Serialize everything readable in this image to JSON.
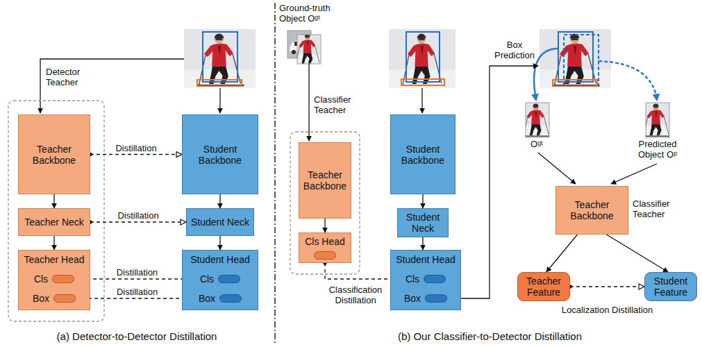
{
  "diagram": {
    "nodes": [
      {
        "text": [
          "Teacher Backbone"
        ]
      },
      {
        "text": [
          "Teacher Neck"
        ]
      },
      {
        "text": [
          "Teacher Head"
        ]
      },
      {
        "text": [
          "Cls"
        ],
        "in": 2
      },
      {
        "text": [
          "Box"
        ],
        "in": 2
      },
      {
        "text": [
          "Student Backbone"
        ]
      },
      {
        "text": [
          "Student Neck"
        ]
      },
      {
        "text": [
          "Student Head"
        ]
      },
      {
        "text": [
          "Cls"
        ],
        "in": 7
      },
      {
        "text": [
          "Box"
        ],
        "in": 7
      },
      {
        "text": [
          "Teacher Backbone"
        ]
      },
      {
        "text": [
          "Cls Head"
        ]
      },
      {
        "text": [
          "Student Backbone"
        ]
      },
      {
        "text": [
          "Student Neck"
        ]
      },
      {
        "text": [
          "Student Head"
        ]
      },
      {
        "text": [
          "Cls"
        ],
        "in": 14
      },
      {
        "text": [
          "Box"
        ],
        "in": 14
      },
      {
        "text": [
          "Teacher Backbone"
        ]
      },
      {
        "text": [
          "Teacher Feature"
        ]
      },
      {
        "text": [
          "Student Feature"
        ]
      }
    ],
    "edges": [
      {
        "from": 0,
        "to": 1,
        "arrow": "to"
      },
      {
        "from": 1,
        "to": 2,
        "arrow": "to"
      },
      {
        "from": 5,
        "to": 6,
        "arrow": "to"
      },
      {
        "from": 6,
        "to": 7,
        "arrow": "to"
      },
      {
        "from": 0,
        "to": 5,
        "arrow": "to",
        "label": "Distillation"
      },
      {
        "from": 1,
        "to": 6,
        "arrow": "to",
        "label": "Distillation"
      },
      {
        "from": 3,
        "to": 8,
        "arrow": "to",
        "label": "Distillation"
      },
      {
        "from": 4,
        "to": 9,
        "arrow": "to",
        "label": "Distillation"
      },
      {
        "from": 10,
        "to": 11,
        "arrow": "to"
      },
      {
        "from": 12,
        "to": 13,
        "arrow": "to"
      },
      {
        "from": 13,
        "to": 14,
        "arrow": "to"
      },
      {
        "from": 11,
        "to": 15,
        "arrow": "to",
        "label": "Classification Distillation"
      },
      {
        "from": 17,
        "to": 18,
        "arrow": "to"
      },
      {
        "from": 17,
        "to": 19,
        "arrow": "to"
      },
      {
        "from": 18,
        "to": 19,
        "arrow": "to",
        "label": "Localization Distillation"
      }
    ],
    "labels": [
      "Detector Teacher",
      "(a) Detector-to-Detector Distillation",
      "Ground-truth Object Oᵍᵗ",
      "Classifier Teacher",
      "Box Prediction",
      "Oᵍᵗ",
      "Predicted Object Oᵖ",
      "Classifier Teacher",
      "(b) Our Classifier-to-Detector Distillation"
    ]
  }
}
